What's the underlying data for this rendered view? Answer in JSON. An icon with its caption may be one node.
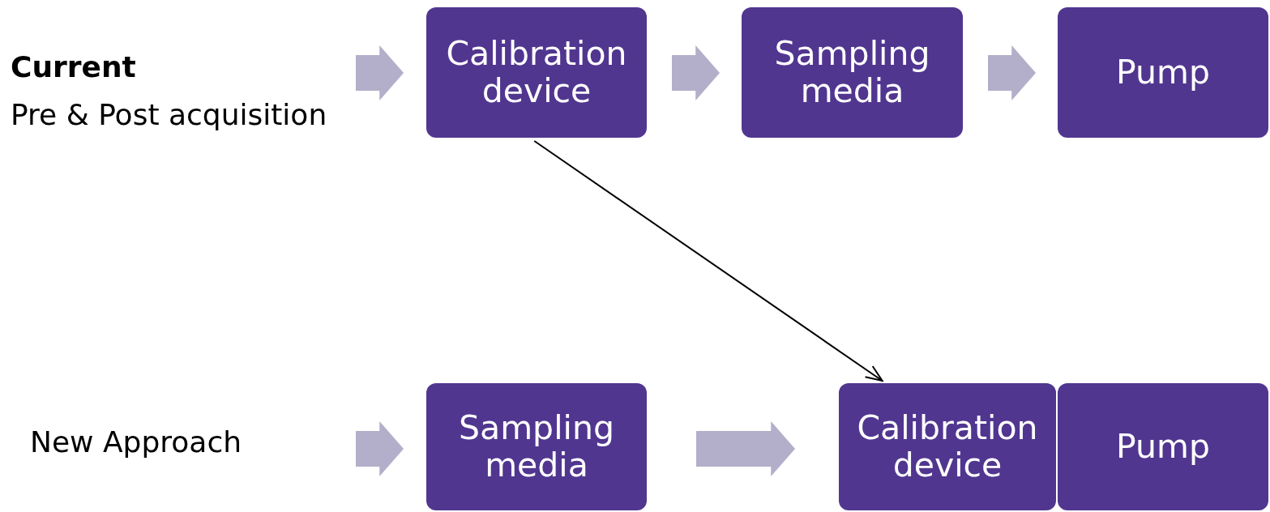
{
  "diagram": {
    "nodes": [
      {
        "text": [
          "Calibration device"
        ]
      },
      {
        "text": [
          "Sampling media"
        ]
      },
      {
        "text": [
          "Pump"
        ]
      },
      {
        "text": [
          "Sampling media"
        ]
      },
      {
        "text": [
          "Calibration device"
        ]
      },
      {
        "text": [
          "Pump"
        ]
      }
    ],
    "edges": [
      {
        "from": null,
        "to": 0,
        "arrow": "to",
        "style": "thick"
      },
      {
        "from": 0,
        "to": 1,
        "arrow": "to",
        "style": "thick"
      },
      {
        "from": 1,
        "to": 2,
        "arrow": "to",
        "style": "thick"
      },
      {
        "from": null,
        "to": 3,
        "arrow": "to",
        "style": "thick"
      },
      {
        "from": 3,
        "to": 4,
        "arrow": "to",
        "style": "thick"
      },
      {
        "from": 0,
        "to": 4,
        "arrow": "to",
        "color": "#000000"
      }
    ],
    "labels": [
      "Current",
      "Pre & Post acquisition",
      "New Approach"
    ]
  }
}
